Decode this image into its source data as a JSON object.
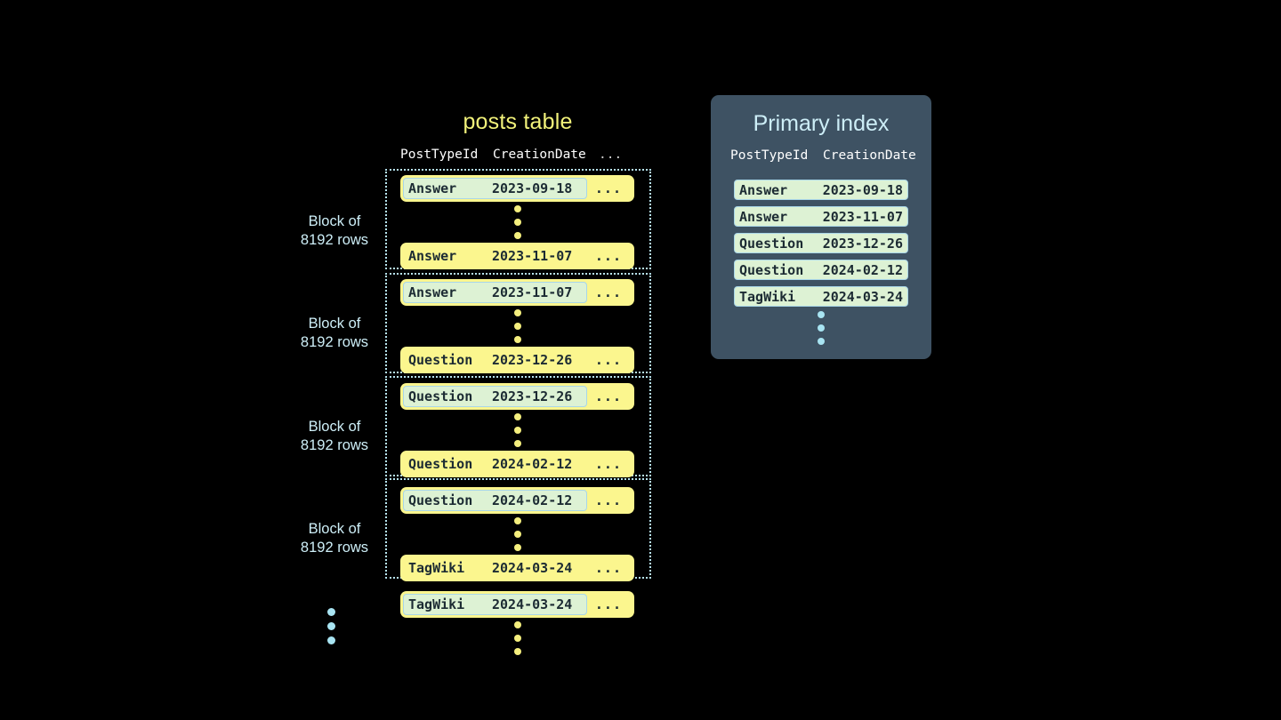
{
  "posts_table": {
    "title": "posts table",
    "columns": [
      "PostTypeId",
      "CreationDate",
      "..."
    ],
    "ellipsis_cell": "...",
    "blocks": [
      {
        "label_line1": "Block of",
        "label_line2": "8192 rows",
        "first_row": {
          "type": "Answer",
          "date": "2023-09-18",
          "more": "...",
          "highlighted": true
        },
        "last_row": {
          "type": "Answer",
          "date": "2023-11-07",
          "more": "...",
          "highlighted": false
        }
      },
      {
        "label_line1": "Block of",
        "label_line2": "8192 rows",
        "first_row": {
          "type": "Answer",
          "date": "2023-11-07",
          "more": "...",
          "highlighted": true
        },
        "last_row": {
          "type": "Question",
          "date": "2023-12-26",
          "more": "...",
          "highlighted": false
        }
      },
      {
        "label_line1": "Block of",
        "label_line2": "8192 rows",
        "first_row": {
          "type": "Question",
          "date": "2023-12-26",
          "more": "...",
          "highlighted": true
        },
        "last_row": {
          "type": "Question",
          "date": "2024-02-12",
          "more": "...",
          "highlighted": false
        }
      },
      {
        "label_line1": "Block of",
        "label_line2": "8192 rows",
        "first_row": {
          "type": "Question",
          "date": "2024-02-12",
          "more": "...",
          "highlighted": true
        },
        "last_row": {
          "type": "TagWiki",
          "date": "2024-03-24",
          "more": "...",
          "highlighted": false
        }
      }
    ],
    "trailing_row": {
      "type": "TagWiki",
      "date": "2024-03-24",
      "more": "...",
      "highlighted": true
    }
  },
  "primary_index": {
    "title": "Primary index",
    "columns": [
      "PostTypeId",
      "CreationDate"
    ],
    "rows": [
      {
        "type": "Answer",
        "date": "2023-09-18"
      },
      {
        "type": "Answer",
        "date": "2023-11-07"
      },
      {
        "type": "Question",
        "date": "2023-12-26"
      },
      {
        "type": "Question",
        "date": "2024-02-12"
      },
      {
        "type": "TagWiki",
        "date": "2024-03-24"
      }
    ]
  },
  "colors": {
    "background": "#000000",
    "row_fill": "#fbf68e",
    "highlight_fill": "#ddf2d4",
    "highlight_border": "#a9d6e8",
    "panel_fill": "#3e5263",
    "accent_blue": "#cdeef7",
    "accent_yellow": "#f2f27a",
    "dot_yellow": "#f5ef7e",
    "dot_blue": "#a8e4f2"
  }
}
